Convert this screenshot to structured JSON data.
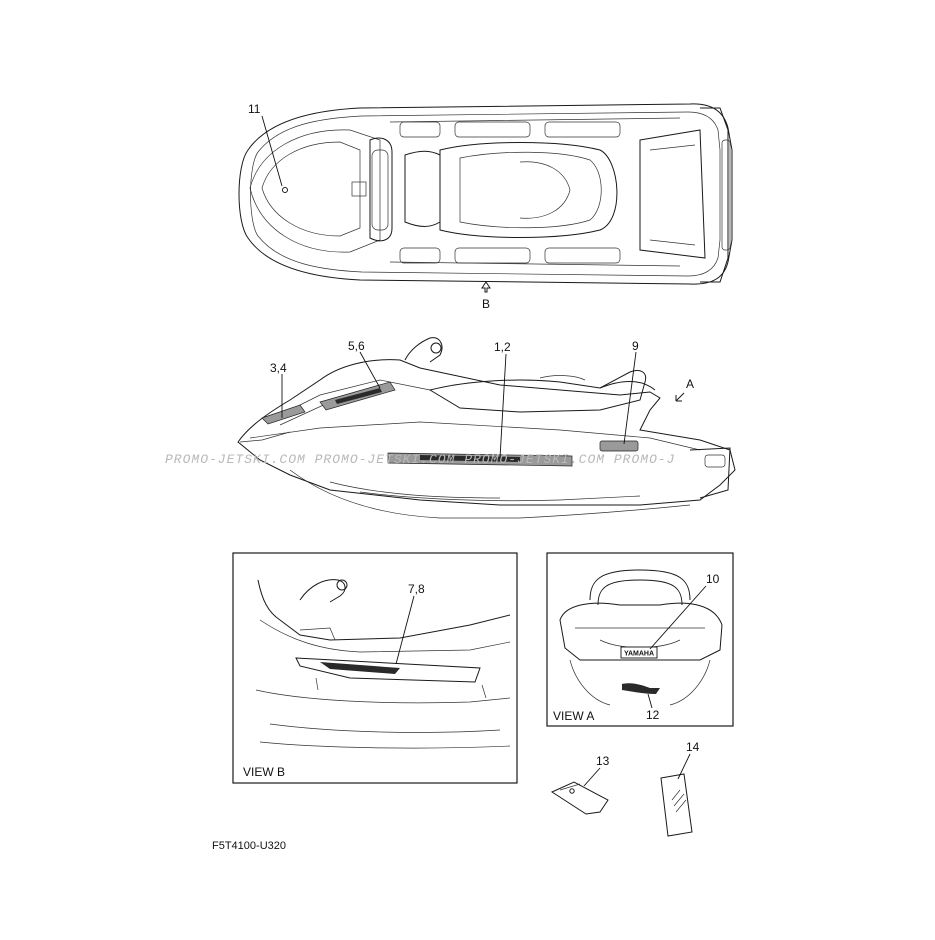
{
  "diagram": {
    "callouts": {
      "top_view_item": "11",
      "view_b_arrow": "B",
      "item_5_6": "5,6",
      "item_1_2": "1,2",
      "item_9": "9",
      "item_3_4": "3,4",
      "view_a_arrow": "A",
      "item_7_8": "7,8",
      "item_10": "10",
      "item_12": "12",
      "item_13": "13",
      "item_14": "14"
    },
    "views": {
      "view_b_label": "VIEW B",
      "view_a_label": "VIEW A"
    },
    "decal_texts": {
      "yamaha_badge": "YAMAHA"
    },
    "watermark": "PROMO-JETSKI.COM  PROMO-JETSKI.COM  PROMO-JETSKI.COM  PROMO-J",
    "part_number": "F5T4100-U320"
  }
}
